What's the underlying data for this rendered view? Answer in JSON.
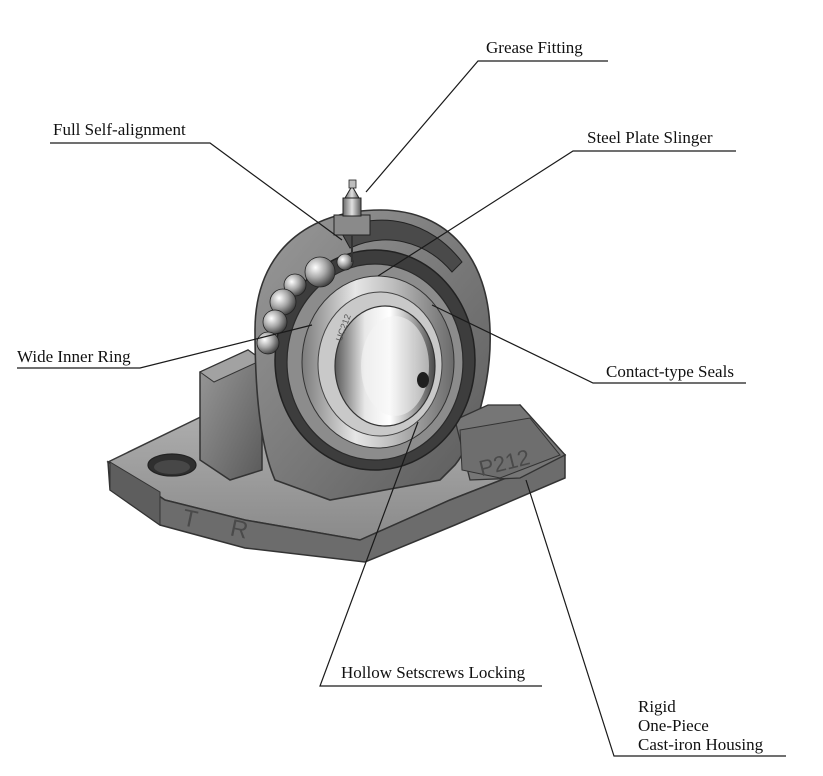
{
  "labels": {
    "grease_fitting": "Grease Fitting",
    "full_self_alignment": "Full Self-alignment",
    "steel_plate_slinger": "Steel Plate Slinger",
    "wide_inner_ring": "Wide Inner Ring",
    "contact_type_seals": "Contact-type Seals",
    "hollow_setscrews_locking": "Hollow Setscrews Locking",
    "housing": [
      "Rigid",
      "One-Piece",
      "Cast-iron Housing"
    ]
  },
  "markings": {
    "housing_model": "P212",
    "housing_letters": "T R",
    "insert_model": "UC212"
  }
}
